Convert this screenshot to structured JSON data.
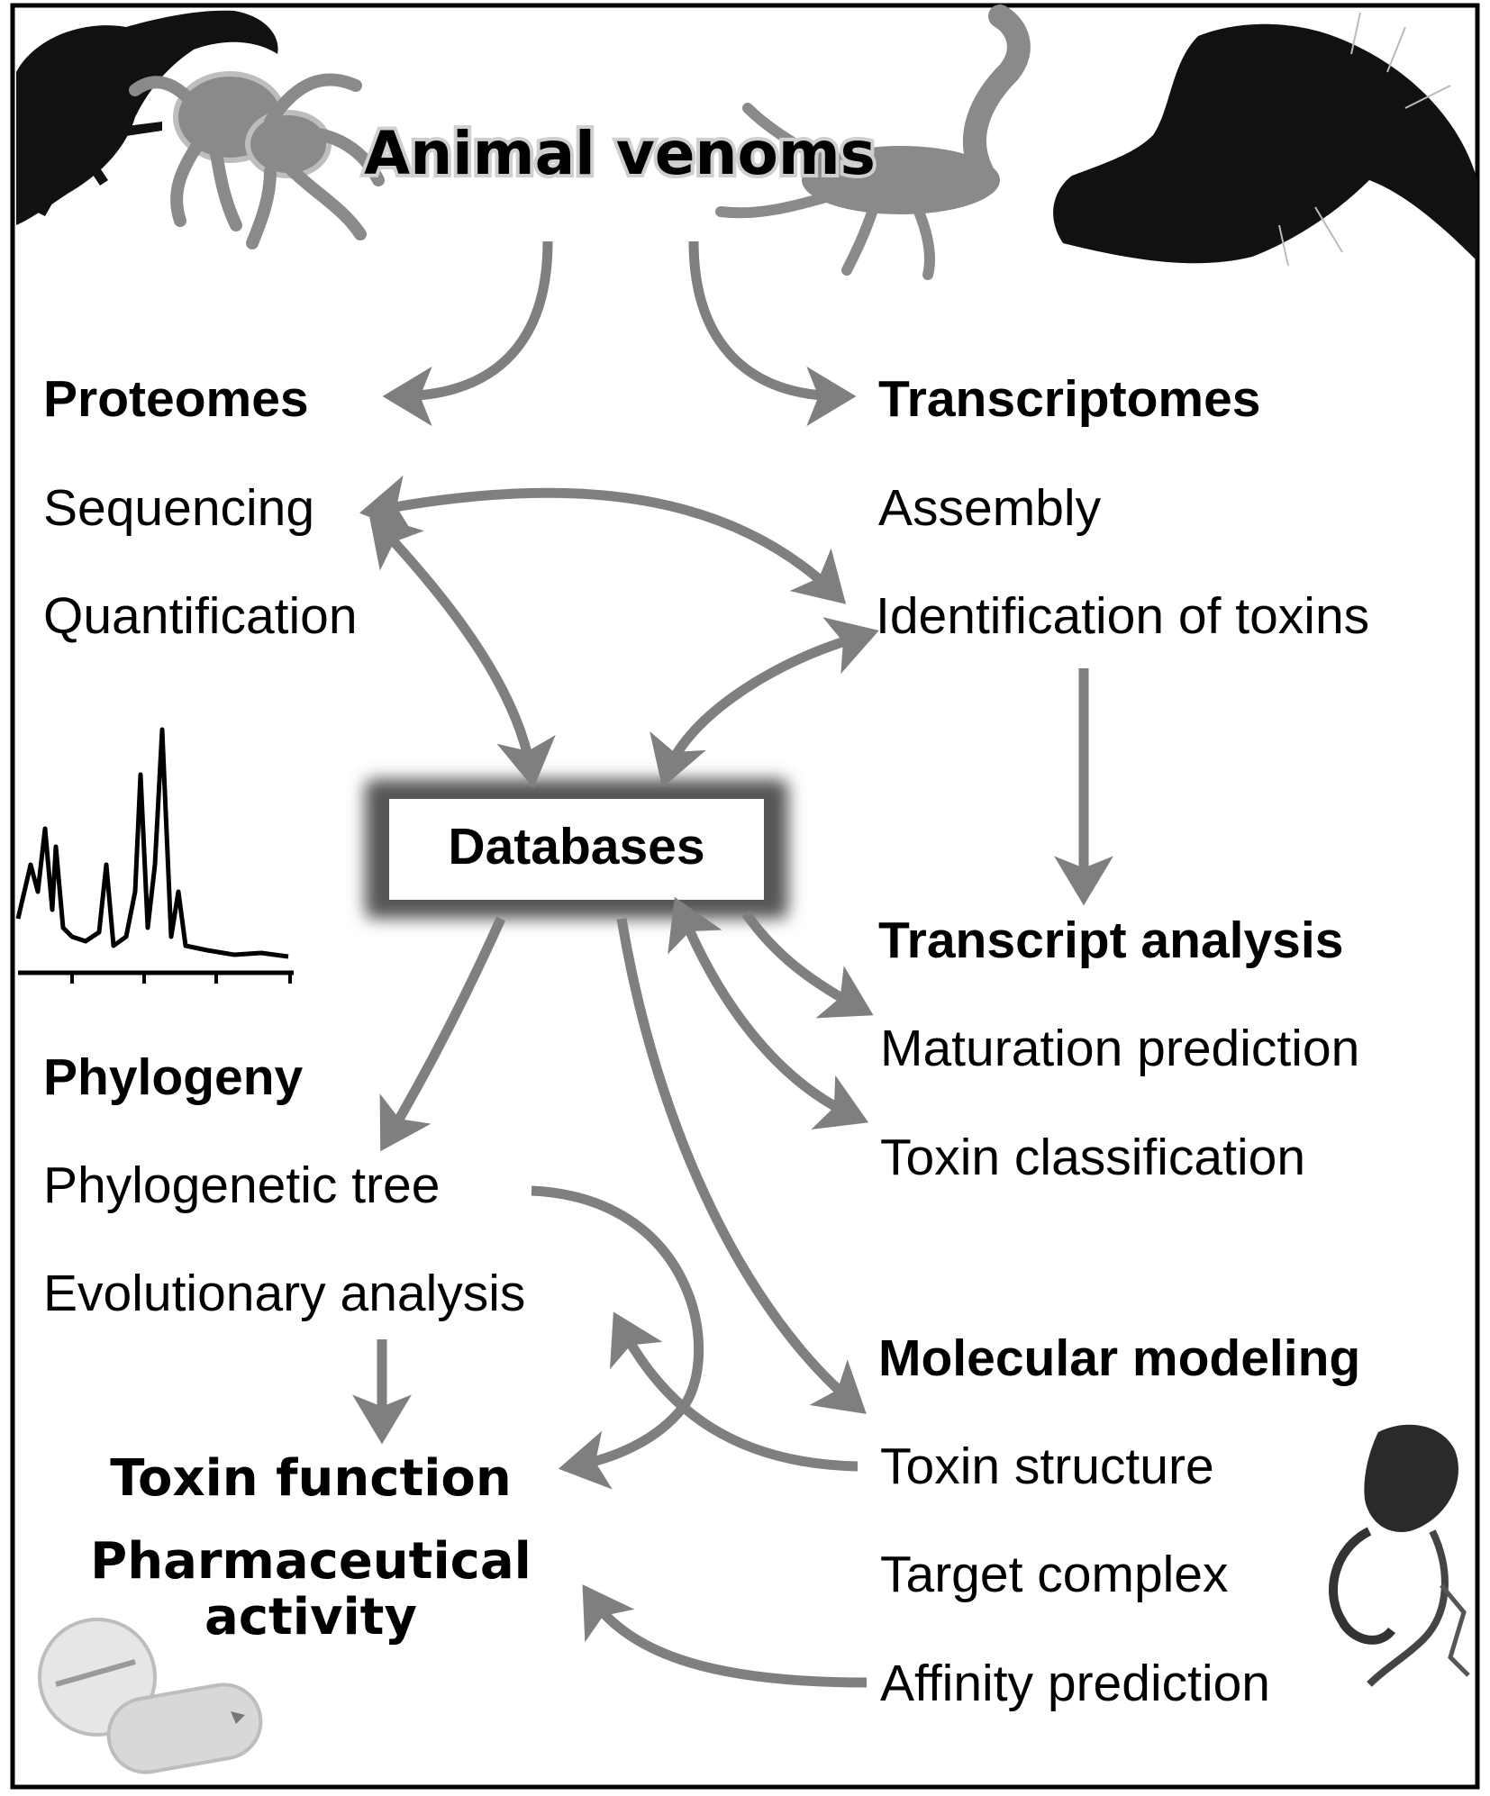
{
  "title": "Animal venoms",
  "proteomes": {
    "heading": "Proteomes",
    "items": [
      "Sequencing",
      "Quantification"
    ]
  },
  "transcriptomes": {
    "heading": "Transcriptomes",
    "items": [
      "Assembly",
      "Identification of toxins"
    ]
  },
  "databases": "Databases",
  "transcript_analysis": {
    "heading": "Transcript analysis",
    "items": [
      "Maturation prediction",
      "Toxin classification"
    ]
  },
  "phylogeny": {
    "heading": "Phylogeny",
    "items": [
      "Phylogenetic tree",
      "Evolutionary analysis"
    ]
  },
  "molecular_modeling": {
    "heading": "Molecular modeling",
    "items": [
      "Toxin structure",
      "Target complex",
      "Affinity prediction"
    ]
  },
  "outcomes": {
    "toxin_function": "Toxin function",
    "pharma_line1": "Pharmaceutical",
    "pharma_line2": "activity"
  },
  "colors": {
    "arrow": "#7f7f7f",
    "frame": "#000000",
    "silhouette_dark": "#111111",
    "silhouette_gray": "#8a8a8a"
  }
}
